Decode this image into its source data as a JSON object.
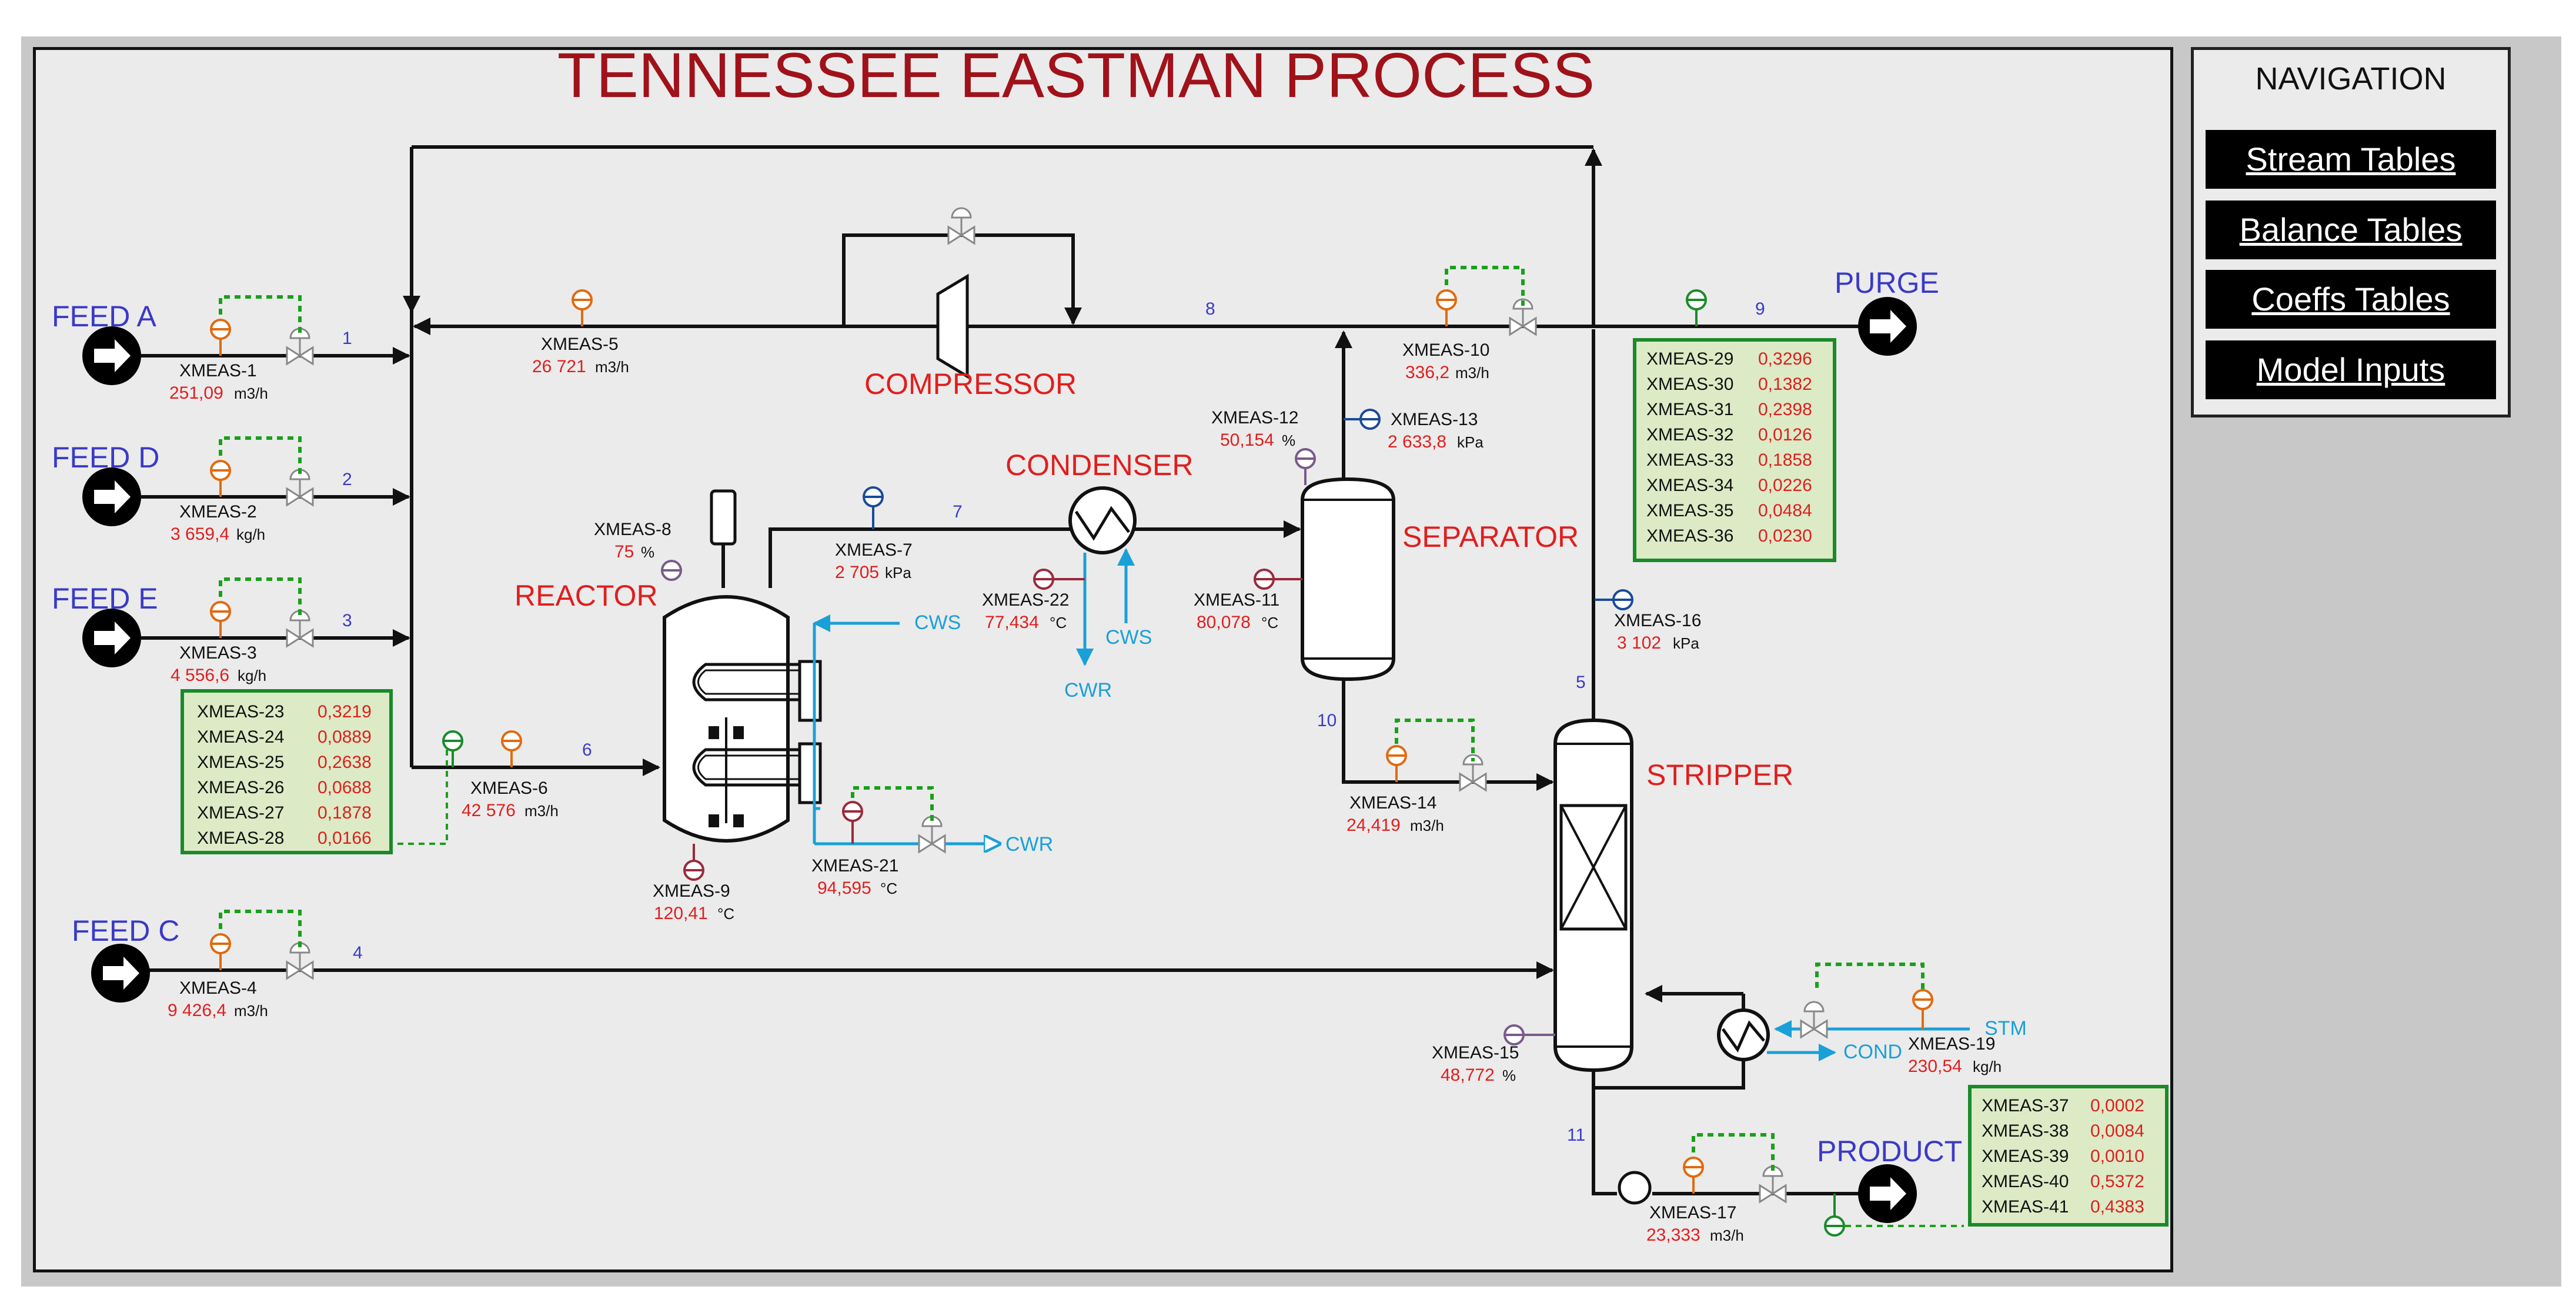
{
  "title": "TENNESSEE EASTMAN PROCESS",
  "navigation": {
    "title": "NAVIGATION",
    "buttons": [
      "Stream Tables",
      "Balance Tables",
      "Coeffs Tables",
      "Model Inputs"
    ]
  },
  "units": {
    "Reactor": "REACTOR",
    "Condenser": "CONDENSER",
    "Separator": "SEPARATOR",
    "Compressor": "COMPRESSOR",
    "Stripper": "STRIPPER"
  },
  "feeds": {
    "A": "FEED A",
    "D": "FEED D",
    "E": "FEED E",
    "C": "FEED C",
    "purge": "PURGE",
    "product": "PRODUCT"
  },
  "utilities": {
    "cws_reactor": "CWS",
    "cwr_reactor": "CWR",
    "cws_condenser": "CWS",
    "cwr_condenser": "CWR",
    "stm": "STM",
    "cond": "COND"
  },
  "streams": [
    "1",
    "2",
    "3",
    "4",
    "5",
    "6",
    "7",
    "8",
    "9",
    "10",
    "11"
  ],
  "measurements": {
    "xmeas1": {
      "tag": "XMEAS-1",
      "value": "251,09",
      "unit": "m3/h"
    },
    "xmeas2": {
      "tag": "XMEAS-2",
      "value": "3 659,4",
      "unit": "kg/h"
    },
    "xmeas3": {
      "tag": "XMEAS-3",
      "value": "4 556,6",
      "unit": "kg/h"
    },
    "xmeas4": {
      "tag": "XMEAS-4",
      "value": "9 426,4",
      "unit": "m3/h"
    },
    "xmeas5": {
      "tag": "XMEAS-5",
      "value": "26 721",
      "unit": "m3/h"
    },
    "xmeas6": {
      "tag": "XMEAS-6",
      "value": "42 576",
      "unit": "m3/h"
    },
    "xmeas7": {
      "tag": "XMEAS-7",
      "value": "2 705",
      "unit": "kPa"
    },
    "xmeas8": {
      "tag": "XMEAS-8",
      "value": "75",
      "unit": "%"
    },
    "xmeas9": {
      "tag": "XMEAS-9",
      "value": "120,41",
      "unit": "°C"
    },
    "xmeas10": {
      "tag": "XMEAS-10",
      "value": "336,2",
      "unit": "m3/h"
    },
    "xmeas11": {
      "tag": "XMEAS-11",
      "value": "80,078",
      "unit": "°C"
    },
    "xmeas12": {
      "tag": "XMEAS-12",
      "value": "50,154",
      "unit": "%"
    },
    "xmeas13": {
      "tag": "XMEAS-13",
      "value": "2 633,8",
      "unit": "kPa"
    },
    "xmeas14": {
      "tag": "XMEAS-14",
      "value": "24,419",
      "unit": "m3/h"
    },
    "xmeas15": {
      "tag": "XMEAS-15",
      "value": "48,772",
      "unit": "%"
    },
    "xmeas16": {
      "tag": "XMEAS-16",
      "value": "3 102",
      "unit": "kPa"
    },
    "xmeas17": {
      "tag": "XMEAS-17",
      "value": "23,333",
      "unit": "m3/h"
    },
    "xmeas19": {
      "tag": "XMEAS-19",
      "value": "230,54",
      "unit": "kg/h"
    },
    "xmeas21": {
      "tag": "XMEAS-21",
      "value": "94,595",
      "unit": "°C"
    },
    "xmeas22": {
      "tag": "XMEAS-22",
      "value": "77,434",
      "unit": "°C"
    }
  },
  "analyzers": {
    "feed": [
      {
        "tag": "XMEAS-23",
        "value": "0,3219"
      },
      {
        "tag": "XMEAS-24",
        "value": "0,0889"
      },
      {
        "tag": "XMEAS-25",
        "value": "0,2638"
      },
      {
        "tag": "XMEAS-26",
        "value": "0,0688"
      },
      {
        "tag": "XMEAS-27",
        "value": "0,1878"
      },
      {
        "tag": "XMEAS-28",
        "value": "0,0166"
      }
    ],
    "purge": [
      {
        "tag": "XMEAS-29",
        "value": "0,3296"
      },
      {
        "tag": "XMEAS-30",
        "value": "0,1382"
      },
      {
        "tag": "XMEAS-31",
        "value": "0,2398"
      },
      {
        "tag": "XMEAS-32",
        "value": "0,0126"
      },
      {
        "tag": "XMEAS-33",
        "value": "0,1858"
      },
      {
        "tag": "XMEAS-34",
        "value": "0,0226"
      },
      {
        "tag": "XMEAS-35",
        "value": "0,0484"
      },
      {
        "tag": "XMEAS-36",
        "value": "0,0230"
      }
    ],
    "product": [
      {
        "tag": "XMEAS-37",
        "value": "0,0002"
      },
      {
        "tag": "XMEAS-38",
        "value": "0,0084"
      },
      {
        "tag": "XMEAS-39",
        "value": "0,0010"
      },
      {
        "tag": "XMEAS-40",
        "value": "0,5372"
      },
      {
        "tag": "XMEAS-41",
        "value": "0,4383"
      }
    ]
  },
  "colors": {
    "title": "#a0121a",
    "unit_label": "#e01e1e",
    "feed_label": "#3a3ac8",
    "stream_number": "#3a3ac8",
    "value": "#e01e1e",
    "utility": "#1aa0d8",
    "analyzer_fill": "#dcebc6",
    "analyzer_border": "#1a8a2a",
    "control_loop": "#1aa01a"
  }
}
